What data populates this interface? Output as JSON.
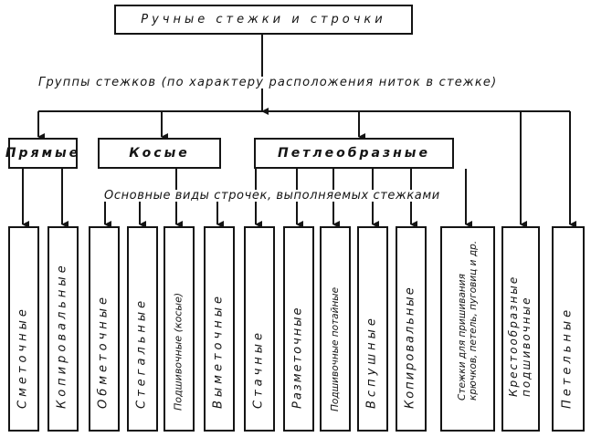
{
  "title": "Ручные стежки и строчки",
  "caption_groups": "Группы стежков (по характеру расположения ниток в стежке)",
  "caption_types": "Основные виды строчек, выполняемых стежками",
  "groups": [
    "Прямые",
    "Косые",
    "Петлеобразные"
  ],
  "leaves": [
    {
      "line1": "Сметочные",
      "line2": ""
    },
    {
      "line1": "Копировальные",
      "line2": ""
    },
    {
      "line1": "Обметочные",
      "line2": ""
    },
    {
      "line1": "Стегальные",
      "line2": ""
    },
    {
      "line1": "Подшивочные (косые)",
      "line2": ""
    },
    {
      "line1": "Выметочные",
      "line2": ""
    },
    {
      "line1": "Стачные",
      "line2": ""
    },
    {
      "line1": "Разметочные",
      "line2": ""
    },
    {
      "line1": "Подшивочные потайные",
      "line2": ""
    },
    {
      "line1": "Вспушные",
      "line2": ""
    },
    {
      "line1": "Копировальные",
      "line2": ""
    },
    {
      "line1": "Стежки для пришивания",
      "line2": "крючков, петель, пуговиц и др."
    },
    {
      "line1": "Крестообразные",
      "line2": "подшивочные"
    },
    {
      "line1": "Петельные",
      "line2": ""
    }
  ]
}
